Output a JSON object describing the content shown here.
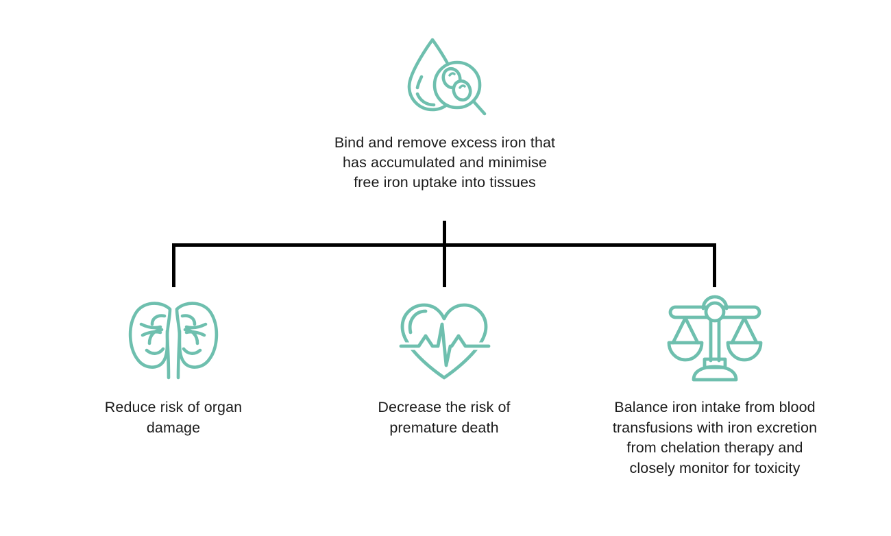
{
  "diagram": {
    "type": "tree",
    "orientation": "top-down",
    "accent_color": "#6EBFAE",
    "line_color": "#000000",
    "text_color": "#1b1b1b",
    "background_color": "#ffffff",
    "root": {
      "icon": "blood-drop-magnifier-icon",
      "icon_description": "blood droplet with magnifying glass showing red blood cells",
      "text": "Bind and remove excess iron that has accumulated and minimise free iron uptake into tissues"
    },
    "branches": [
      {
        "icon": "kidneys-icon",
        "icon_description": "pair of kidneys with ureters",
        "text": "Reduce risk of organ damage"
      },
      {
        "icon": "heart-pulse-icon",
        "icon_description": "heart outline with ECG pulse line",
        "text": "Decrease the risk of premature death"
      },
      {
        "icon": "balance-scale-icon",
        "icon_description": "balance scales with two pans",
        "text": "Balance iron intake from blood transfusions with iron excretion from chelation therapy and closely monitor for toxicity"
      }
    ]
  }
}
